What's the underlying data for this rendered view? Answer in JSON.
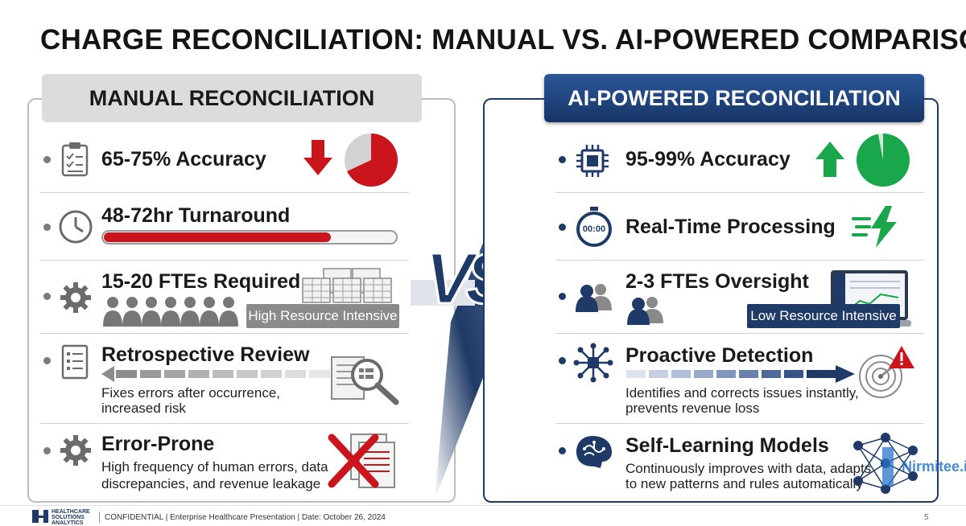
{
  "title": "CHARGE RECONCILIATION: MANUAL VS. AI-POWERED COMPARISON",
  "vs_label": "VS",
  "manual": {
    "header": "MANUAL RECONCILIATION",
    "accuracy": {
      "title": "65-75% Accuracy",
      "pie_fraction": 0.68
    },
    "turnaround": {
      "title": "48-72hr Turnaround",
      "progress": 0.78
    },
    "ftes": {
      "title": "15-20 FTEs Required",
      "badge": "High Resource Intensive"
    },
    "review": {
      "title": "Retrospective Review",
      "line1": "Fixes errors after occurrence,",
      "line2": "increased risk"
    },
    "errors": {
      "title": "Error-Prone",
      "line1": "High frequency of human errors, data",
      "line2": "discrepancies, and revenue leakage"
    }
  },
  "ai": {
    "header": "AI-POWERED RECONCILIATION",
    "accuracy": {
      "title": "95-99% Accuracy",
      "pie_fraction": 0.97
    },
    "processing": {
      "title": "Real-Time Processing",
      "stopwatch_text": "00:00"
    },
    "ftes": {
      "title": "2-3 FTEs Oversight",
      "badge": "Low Resource Intensive"
    },
    "detection": {
      "title": "Proactive Detection",
      "line1": "Identifies and corrects issues instantly,",
      "line2": "prevents revenue loss"
    },
    "learning": {
      "title": "Self-Learning Models",
      "line1": "Continuously improves with data, adapts",
      "line2": "to new patterns and rules automatically"
    }
  },
  "footer": {
    "logo_line1": "HEALTHCARE",
    "logo_line2": "SOLUTIONS",
    "logo_line3": "ANALYTICS",
    "text": "CONFIDENTIAL | Enterprise Healthcare Presentation | Date: October 26, 2024",
    "page": "5"
  },
  "watermark": "Nirmitee.io",
  "colors": {
    "red": "#c9151b",
    "green": "#1aa64b",
    "navy": "#1f3a66",
    "grey": "#7a7a7a"
  }
}
